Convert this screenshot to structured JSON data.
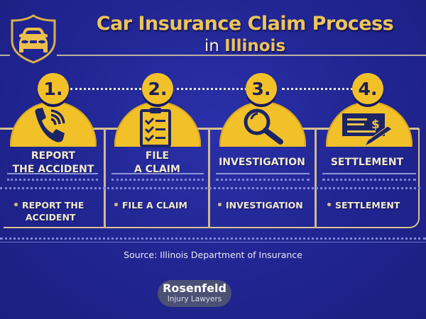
{
  "header": {
    "title": "Car Insurance Claim Process",
    "subtitle_prefix": "in",
    "subtitle_state": "Illinois",
    "icon": "car-shield-icon"
  },
  "colors": {
    "background": "#22279a",
    "accent_gold": "#f2c12a",
    "title_gold": "#ecc45a",
    "text_light": "#f1ead6",
    "icon_navy": "#1c2466"
  },
  "steps": [
    {
      "number": "1.",
      "icon": "phone-icon",
      "title_line1": "REPORT",
      "title_line2": "THE ACCIDENT",
      "bullet_line1": "REPORT THE",
      "bullet_line2": "ACCIDENT"
    },
    {
      "number": "2.",
      "icon": "clipboard-checklist-icon",
      "title_line1": "FILE",
      "title_line2": "A CLAIM",
      "bullet_line1": "FILE A CLAIM",
      "bullet_line2": ""
    },
    {
      "number": "3.",
      "icon": "magnifying-glass-icon",
      "title_line1": "INVESTIGATION",
      "title_line2": "",
      "bullet_line1": "INVESTIGATION",
      "bullet_line2": ""
    },
    {
      "number": "4.",
      "icon": "check-and-pen-icon",
      "title_line1": "SETTLEMENT",
      "title_line2": "",
      "bullet_line1": "SETTLEMENT",
      "bullet_line2": ""
    }
  ],
  "footer": {
    "source": "Source: Illinois Department of Insurance",
    "logo_name": "Rosenfeld",
    "logo_tagline": "Injury Lawyers"
  }
}
